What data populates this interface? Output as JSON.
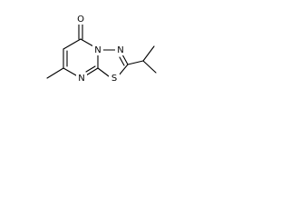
{
  "molecule": {
    "atoms": {
      "oxygen": "O",
      "n_bridge": "N",
      "n_ring": "N",
      "n_pyrimidine": "N",
      "sulfur": "S"
    }
  }
}
